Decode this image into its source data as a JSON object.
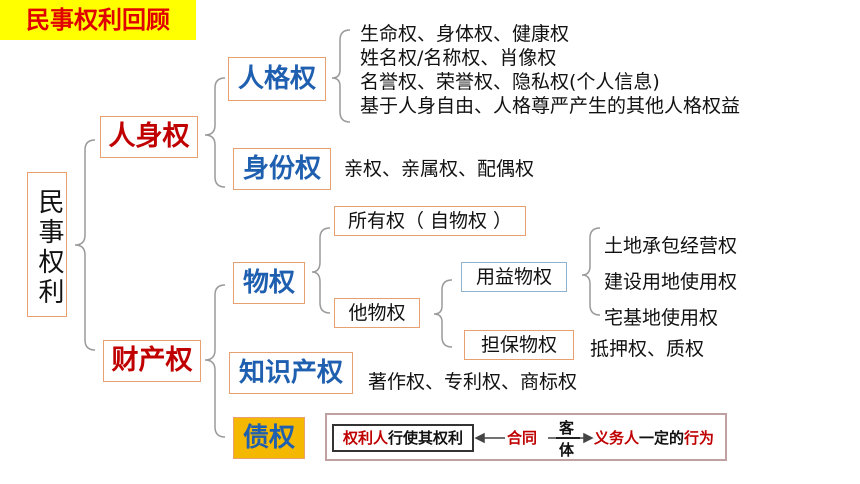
{
  "title": "民事权利回顾",
  "root": "民事权利",
  "personal": {
    "label": "人身权",
    "personality": {
      "label": "人格权",
      "items": [
        "生命权、身体权、健康权",
        "姓名权/名称权、肖像权",
        "名誉权、荣誉权、隐私权(个人信息)",
        "基于人身自由、人格尊严产生的其他人格权益"
      ]
    },
    "identity": {
      "label": "身份权",
      "items": "亲权、亲属权、配偶权"
    }
  },
  "property": {
    "label": "财产权",
    "real": {
      "label": "物权",
      "ownership": "所有权（ 自物权 ）",
      "other": {
        "label": "他物权",
        "usufruct": {
          "label": "用益物权",
          "items": [
            "土地承包经营权",
            "建设用地使用权",
            "宅基地使用权"
          ]
        },
        "security": {
          "label": "担保物权",
          "items": "抵押权、质权"
        }
      }
    },
    "ip": {
      "label": "知识产权",
      "items": "著作权、专利权、商标权"
    },
    "debt": {
      "label": "债权",
      "relation": {
        "left": {
          "part1": "权利人",
          "part2": "行使其权利"
        },
        "contract": "合同",
        "object_top": "客",
        "object_bottom": "体",
        "right": {
          "part1": "义务人",
          "part2": "一定的",
          "part3": "行为"
        }
      }
    }
  },
  "colors": {
    "red": "#c00000",
    "blue": "#1f5fb0",
    "highlight": "#ffff00",
    "debt_bg": "#f5b800"
  }
}
